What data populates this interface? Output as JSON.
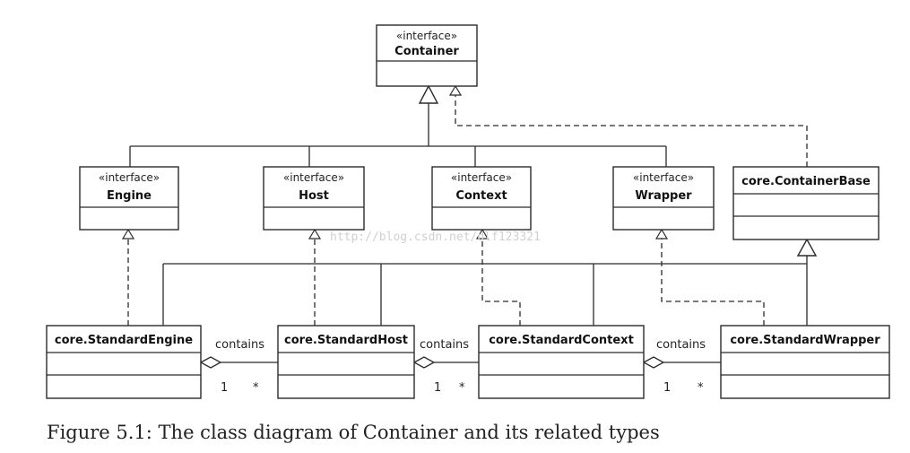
{
  "diagram": {
    "container": {
      "stereotype": "«interface»",
      "name": "Container"
    },
    "engine": {
      "stereotype": "«interface»",
      "name": "Engine"
    },
    "host": {
      "stereotype": "«interface»",
      "name": "Host"
    },
    "context": {
      "stereotype": "«interface»",
      "name": "Context"
    },
    "wrapper": {
      "stereotype": "«interface»",
      "name": "Wrapper"
    },
    "container_base": {
      "name": "core.ContainerBase"
    },
    "standard_engine": {
      "name": "core.StandardEngine"
    },
    "standard_host": {
      "name": "core.StandardHost"
    },
    "standard_context": {
      "name": "core.StandardContext"
    },
    "standard_wrapper": {
      "name": "core.StandardWrapper"
    },
    "associations": [
      {
        "label": "contains",
        "mult_one": "1",
        "mult_many": "*"
      },
      {
        "label": "contains",
        "mult_one": "1",
        "mult_many": "*"
      },
      {
        "label": "contains",
        "mult_one": "1",
        "mult_many": "*"
      }
    ],
    "watermark": "http://blog.csdn.net/dlf123321"
  },
  "caption": "Figure 5.1: The class diagram of Container and its related types"
}
